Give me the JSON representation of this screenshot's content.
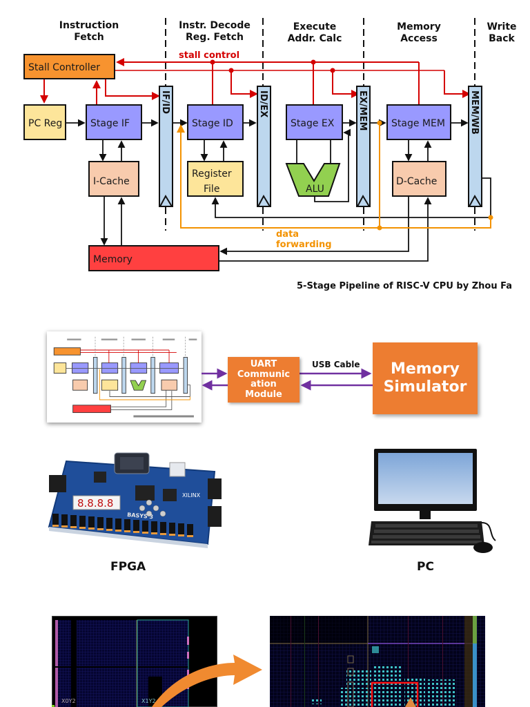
{
  "pipeline": {
    "stage_headers": [
      {
        "line1": "Instruction",
        "line2": "Fetch"
      },
      {
        "line1": "Instr. Decode",
        "line2": "Reg. Fetch"
      },
      {
        "line1": "Execute",
        "line2": "Addr. Calc"
      },
      {
        "line1": "Memory",
        "line2": "Access"
      },
      {
        "line1": "Write",
        "line2": "Back"
      }
    ],
    "stall_control_label": "stall control",
    "data_forwarding_label": {
      "line1": "data",
      "line2": "forwarding"
    },
    "blocks": {
      "stall_controller": "Stall Controller",
      "pc_reg": "PC Reg",
      "stage_if": "Stage IF",
      "stage_id": "Stage ID",
      "stage_ex": "Stage EX",
      "stage_mem": "Stage MEM",
      "icache": "I-Cache",
      "register_file": {
        "line1": "Register",
        "line2": "File"
      },
      "alu": "ALU",
      "dcache": "D-Cache",
      "memory": "Memory"
    },
    "pipeline_registers": [
      "IF/ID",
      "ID/EX",
      "EX/MEM",
      "MEM/WB"
    ],
    "caption": "5-Stage Pipeline of RISC-V CPU by Zhou Fa",
    "colors": {
      "stall_controller": "#f7932f",
      "pc_reg": "#fde59a",
      "stage": "#9999ff",
      "cache": "#f8cbad",
      "register_file": "#fde59a",
      "alu": "#92d050",
      "memory": "#ff4040",
      "pipeline_register": "#bdd7ee",
      "stall_line": "#d40000",
      "forwarding_line": "#f39200"
    }
  },
  "system": {
    "uart_module": {
      "line1": "UART",
      "line2": "Communic",
      "line3": "ation",
      "line4": "Module"
    },
    "usb_cable_label": "USB Cable",
    "memory_simulator": {
      "line1": "Memory",
      "line2": "Simulator"
    },
    "fpga_label": "FPGA",
    "pc_label": "PC",
    "board_branding": "BASYS 3",
    "board_vendor": "XILINX",
    "colors": {
      "module": "#ed7d31",
      "link": "#7030a0"
    }
  },
  "layout_view": {
    "left_panel_region_labels": [
      "X0Y2",
      "X1Y2"
    ],
    "colors": {
      "arrow": "#f08a30",
      "highlight": "#ff0000",
      "cells": "#3fc4c8"
    }
  }
}
